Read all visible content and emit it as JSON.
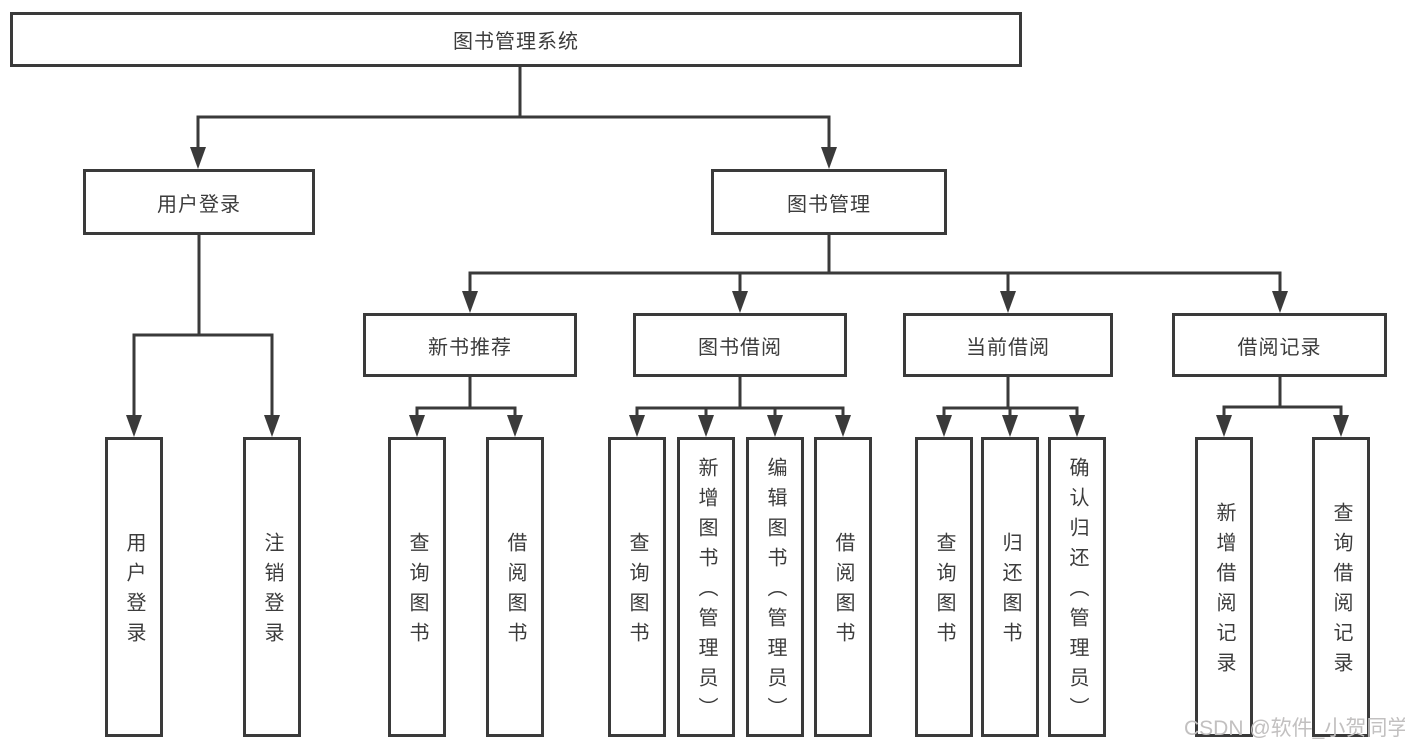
{
  "diagram": {
    "root": "图书管理系统",
    "l2": [
      "用户登录",
      "图书管理"
    ],
    "l3": [
      "新书推荐",
      "图书借阅",
      "当前借阅",
      "借阅记录"
    ],
    "l4": {
      "login": [
        "用户登录",
        "注销登录"
      ],
      "newbook": [
        "查询图书",
        "借阅图书"
      ],
      "borrow": [
        "查询图书",
        "新增图书（管理员）",
        "编辑图书（管理员）",
        "借阅图书"
      ],
      "current": [
        "查询图书",
        "归还图书",
        "确认归还（管理员）"
      ],
      "records": [
        "新增借阅记录",
        "查询借阅记录"
      ]
    }
  },
  "watermark": {
    "text": "CSDN @软件_小贺同学",
    "color": "#c2c0c0"
  },
  "colors": {
    "line": "#3a3a3a",
    "box_border": "#3a3a3a",
    "text": "#3c3c3c",
    "background": "#ffffff"
  }
}
